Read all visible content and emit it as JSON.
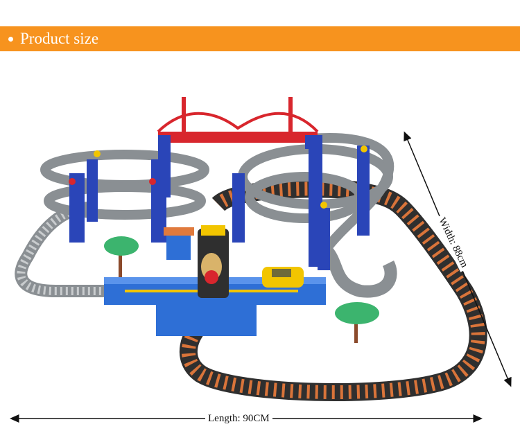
{
  "banner": {
    "title": "Product size"
  },
  "dimensions": {
    "length_label": "Length: 90CM",
    "width_label": "Width: 88cm"
  },
  "colors": {
    "banner": "#f7931e",
    "track_gray": "#8a8f93",
    "track_black": "#2f2f2f",
    "sleepers_orange": "#d9743a",
    "base_blue": "#2e6fd6",
    "pillar_blue": "#2a45b8",
    "bridge_red": "#d8262d",
    "car_yellow": "#f2c500",
    "tree_green": "#3cb46e"
  }
}
